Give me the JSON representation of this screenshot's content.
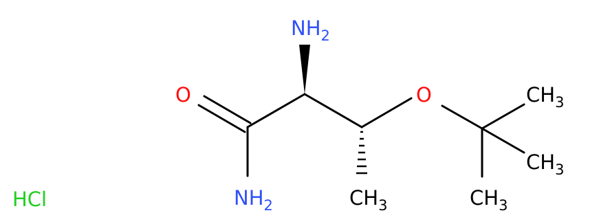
{
  "molecule": {
    "labels": {
      "amine_n": "N",
      "amine_h": "H",
      "amine_sub": "2",
      "carbonyl_o": "O",
      "amide_n": "N",
      "amide_h": "H",
      "amide_sub": "2",
      "ether_o": "O",
      "methyl_c": "C",
      "methyl_h": "H",
      "methyl_sub": "3",
      "salt": "HCl"
    },
    "colors": {
      "nitrogen": "#3050f8",
      "oxygen": "#ff0d0d",
      "carbon": "#000000",
      "chlorine": "#1fd01f",
      "bond": "#000000"
    }
  }
}
